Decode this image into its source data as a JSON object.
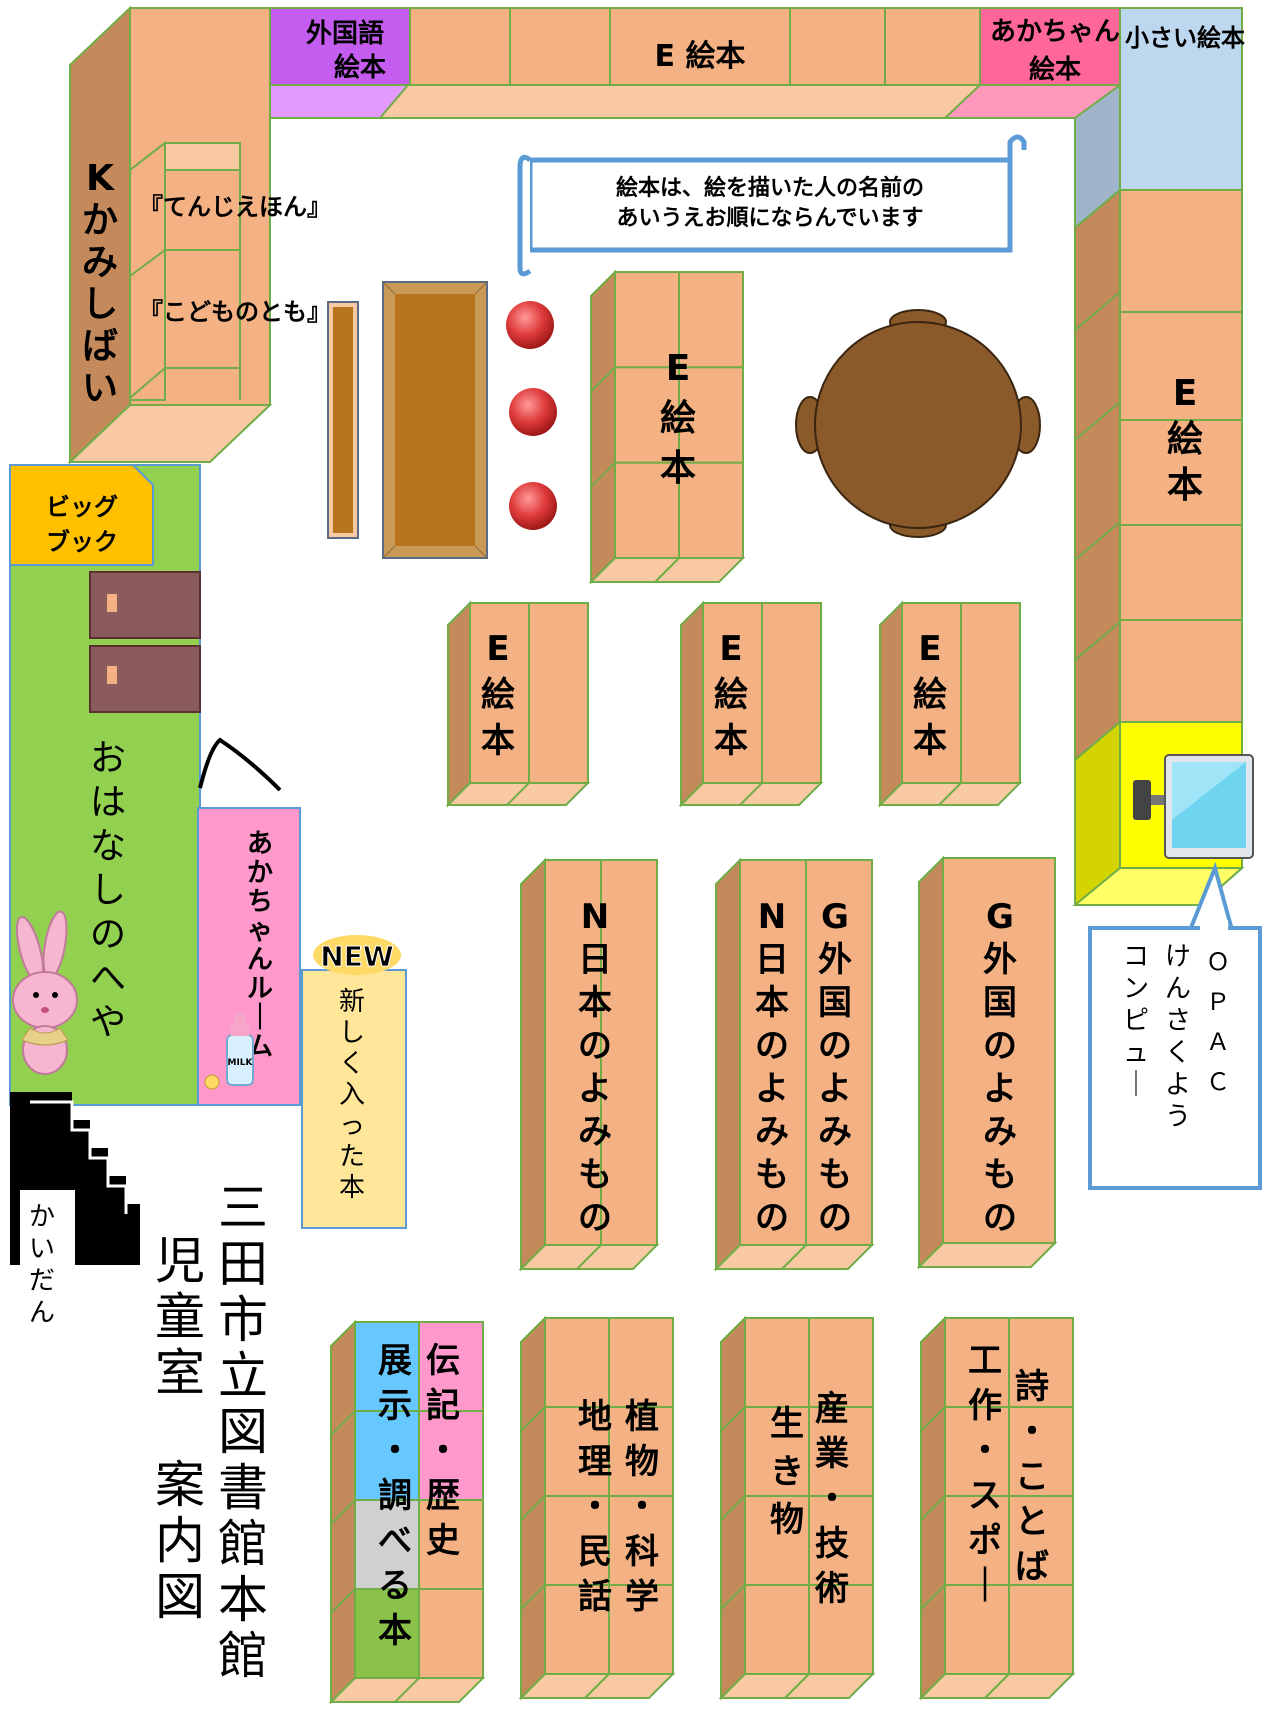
{
  "title": {
    "line1": "三田市立図書館本館",
    "line2": "児童室　案内図"
  },
  "notice": {
    "line1": "絵本は、絵を描いた人の名前の",
    "line2": "あいうえお順にならんでいます"
  },
  "labels": {
    "foreign_picture_books": [
      "外国語",
      "絵本"
    ],
    "e_picture_books": "E 絵本",
    "baby_picture_books": [
      "あかちゃん",
      "絵本"
    ],
    "small_picture_books": "小さい絵本",
    "kamishibai": "Kかみしばい",
    "tenji_ehon": "『てんじえほん』",
    "kodomo_no_tomo": "『こどものとも』",
    "e_ehon_vertical": "E絵本",
    "big_book": [
      "ビッグ",
      "ブック"
    ],
    "ohanashi_room": "おはなしのへや",
    "baby_room": "あかちゃんルーム",
    "new_badge": "NEW",
    "new_books": "新しく入った本",
    "stairs": "かいだん",
    "opac_col1": "ＯＰＡＣ",
    "opac_col2": "けんさくよう",
    "opac_col3": "コンピュー",
    "n_japanese_a": "N日本のよみもの",
    "n_japanese_b": "N日本のよみもの",
    "g_foreign_a": "G外国のよみもの",
    "g_foreign_b": "G外国のよみもの",
    "biography_history": "伝記・歴史",
    "display_research": "展示・調べる本",
    "geography_folktales": "地理・民話",
    "plants_science": "植物・科学",
    "living_things": "生き物",
    "industry_tech": "産業・技術",
    "crafts_sports": "工作・スポー",
    "poetry_words": "詩・ことば",
    "milk": "MILK"
  },
  "colors": {
    "shelf_front": "#f4b183",
    "shelf_side": "#c58a5c",
    "shelf_edge": "#70ad47",
    "foreign": "#c45cf0",
    "baby": "#ff6699",
    "small_books": "#bdd7ee",
    "green_room": "#92d050",
    "bigbook": "#ffc000",
    "baby_room": "#ff99cc",
    "new_books": "#ffe699",
    "opac_area": "#ffff00",
    "table": "#8b5a2b",
    "stool": "#d93a3a",
    "notice_border": "#5b9bd5"
  }
}
